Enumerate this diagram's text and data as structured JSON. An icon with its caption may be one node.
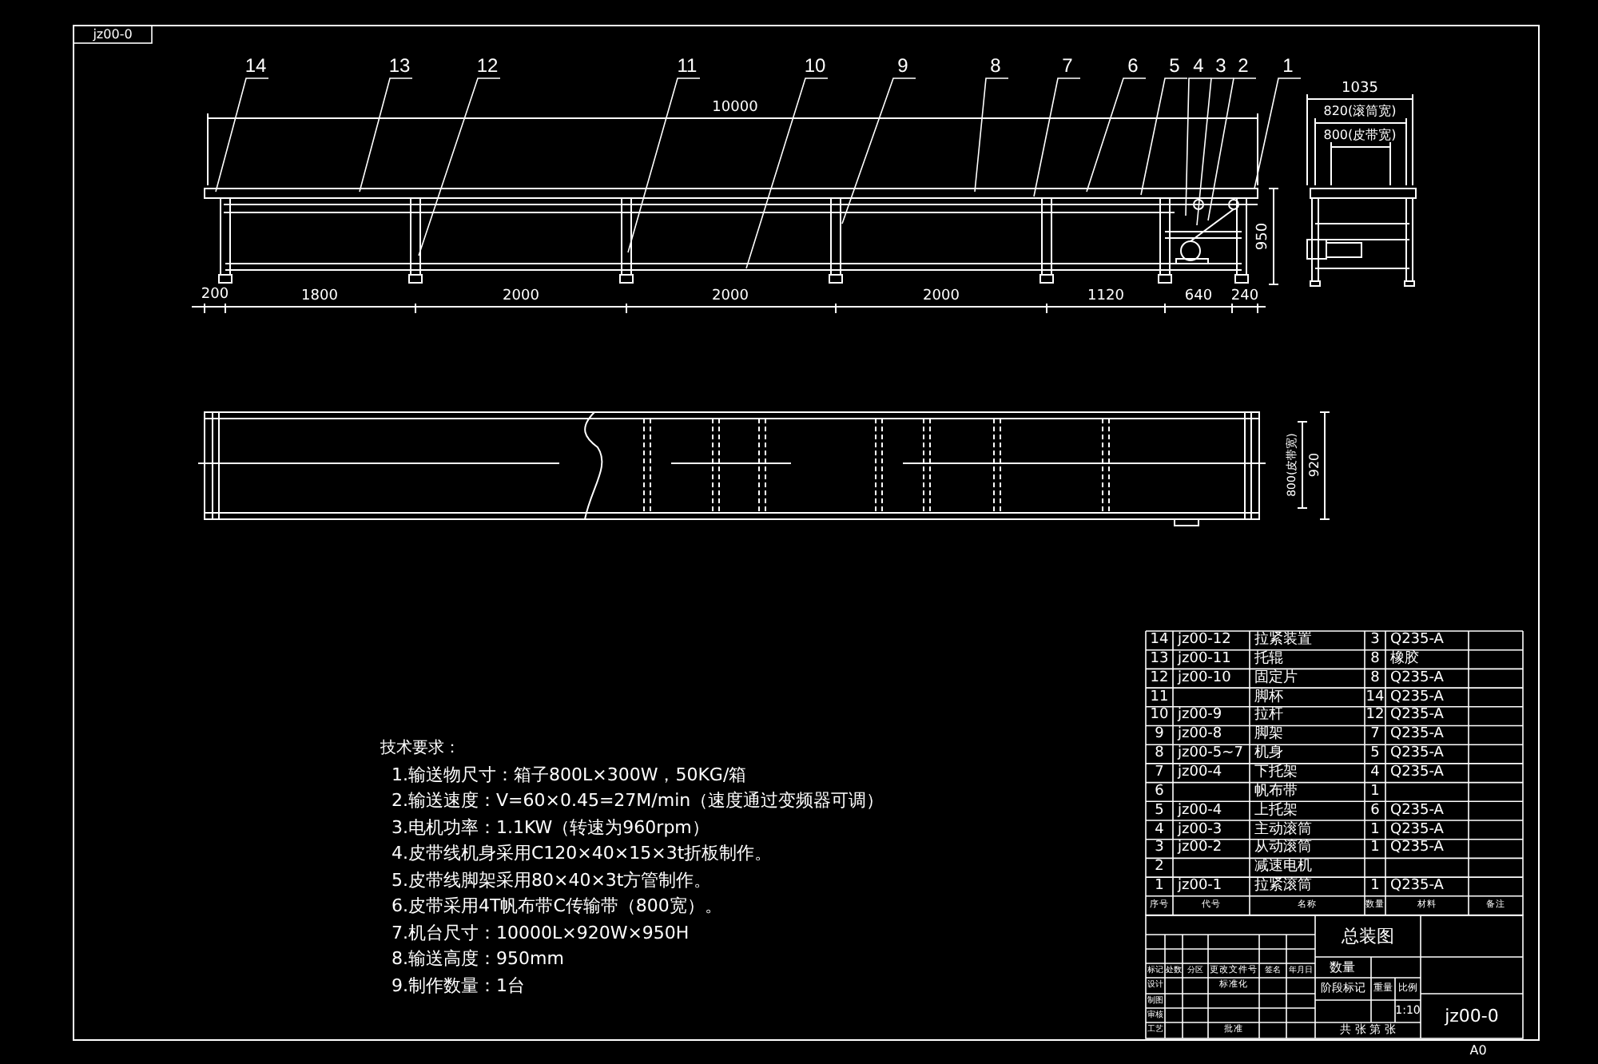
{
  "diagram": {
    "nodes": [
      {
        "text": [
          "14"
        ]
      },
      {
        "text": [
          "13"
        ]
      },
      {
        "text": [
          "12"
        ]
      },
      {
        "text": [
          "11"
        ]
      },
      {
        "text": [
          "10"
        ]
      },
      {
        "text": [
          "9"
        ]
      },
      {
        "text": [
          "8"
        ]
      },
      {
        "text": [
          "7"
        ]
      },
      {
        "text": [
          "6"
        ]
      },
      {
        "text": [
          "5"
        ]
      },
      {
        "text": [
          "4"
        ]
      },
      {
        "text": [
          "3"
        ]
      },
      {
        "text": [
          "2"
        ]
      },
      {
        "text": [
          "1"
        ]
      },
      {
        "text": [],
        "shape": "picture"
      }
    ],
    "edges": [
      {
        "from": 0,
        "to": 14,
        "arrow": "none"
      },
      {
        "from": 1,
        "to": 14,
        "arrow": "none"
      },
      {
        "from": 2,
        "to": 14,
        "arrow": "none"
      },
      {
        "from": 3,
        "to": 14,
        "arrow": "none"
      },
      {
        "from": 4,
        "to": 14,
        "arrow": "none"
      },
      {
        "from": 5,
        "to": 14,
        "arrow": "none"
      },
      {
        "from": 6,
        "to": 14,
        "arrow": "none"
      },
      {
        "from": 7,
        "to": 14,
        "arrow": "none"
      },
      {
        "from": 8,
        "to": 14,
        "arrow": "none"
      },
      {
        "from": 9,
        "to": 14,
        "arrow": "none"
      },
      {
        "from": 10,
        "to": 14,
        "arrow": "none"
      },
      {
        "from": 11,
        "to": 14,
        "arrow": "none"
      },
      {
        "from": 12,
        "to": 14,
        "arrow": "none"
      },
      {
        "from": 13,
        "to": 14,
        "arrow": "none"
      }
    ],
    "labels": [
      "jz00-0",
      "10000",
      "200",
      "1800",
      "2000",
      "2000",
      "2000",
      "1120",
      "640",
      "240",
      "950",
      "1035",
      "820(滚筒宽)",
      "800(皮带宽)",
      "800(皮带宽)",
      "920",
      "技术要求：",
      "1.输送物尺寸：箱子800L×300W，50KG/箱",
      "2.输送速度：V=60×0.45=27M/min（速度通过变频器可调）",
      "3.电机功率：1.1KW（转速为960rpm）",
      "4.皮带线机身采用C120×40×15×3t折板制作。",
      "5.皮带线脚架采用80×40×3t方管制作。",
      "6.皮带采用4T帆布带C传输带（800宽）。",
      "7.机台尺寸：10000L×920W×950H",
      "8.输送高度：950mm",
      "9.制作数量：1台",
      "14",
      "jz00-12",
      "拉紧装置",
      "3",
      "Q235-A",
      "13",
      "jz00-11",
      "托辊",
      "8",
      "橡胶",
      "12",
      "jz00-10",
      "固定片",
      "8",
      "Q235-A",
      "11",
      "脚杯",
      "14",
      "Q235-A",
      "10",
      "jz00-9",
      "拉杆",
      "12",
      "Q235-A",
      "9",
      "jz00-8",
      "脚架",
      "7",
      "Q235-A",
      "8",
      "jz00-5~7",
      "机身",
      "5",
      "Q235-A",
      "7",
      "jz00-4",
      "下托架",
      "4",
      "Q235-A",
      "6",
      "帆布带",
      "1",
      "5",
      "jz00-4",
      "上托架",
      "6",
      "Q235-A",
      "4",
      "jz00-3",
      "主动滚筒",
      "1",
      "Q235-A",
      "3",
      "jz00-2",
      "从动滚筒",
      "1",
      "Q235-A",
      "2",
      "减速电机",
      "1",
      "jz00-1",
      "拉紧滚筒",
      "1",
      "Q235-A",
      "序号",
      "代号",
      "名称",
      "数量",
      "材料",
      "备注",
      "总装图",
      "数量",
      "标记",
      "处数",
      "分区",
      "更改文件号",
      "签名",
      "年月日",
      "设计",
      "标准化",
      "制图",
      "审核",
      "工艺",
      "批准",
      "阶段标记",
      "重量",
      "比例",
      "1:10",
      "共 张 第 张",
      "jz00-0",
      "A0"
    ]
  }
}
